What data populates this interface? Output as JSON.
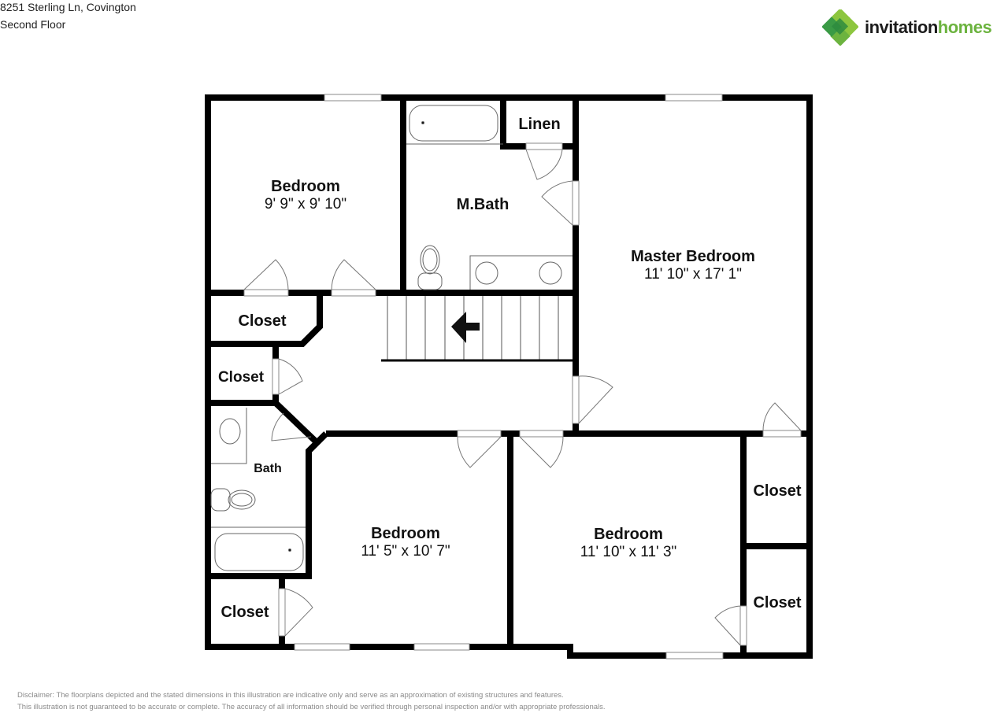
{
  "header": {
    "address": "8251 Sterling Ln, Covington",
    "floor": "Second Floor"
  },
  "logo": {
    "icon": "clover-diamond-logo-icon",
    "text_primary": "invitation",
    "text_secondary": "homes",
    "colors": {
      "dark": "#1b1b1b",
      "green": "#6cb33f",
      "green_dark": "#2e8b3e",
      "green_light": "#8dc63f"
    }
  },
  "rooms": [
    {
      "id": "bedroom-nw",
      "name": "Bedroom",
      "dims": "9' 9\" x 9' 10\""
    },
    {
      "id": "m-bath",
      "name": "M.Bath",
      "dims": ""
    },
    {
      "id": "linen",
      "name": "Linen",
      "dims": ""
    },
    {
      "id": "master-bedroom",
      "name": "Master Bedroom",
      "dims": "11' 10\" x 17' 1\""
    },
    {
      "id": "closet-hall-1",
      "name": "Closet",
      "dims": ""
    },
    {
      "id": "closet-hall-2",
      "name": "Closet",
      "dims": ""
    },
    {
      "id": "bath",
      "name": "Bath",
      "dims": ""
    },
    {
      "id": "closet-sw",
      "name": "Closet",
      "dims": ""
    },
    {
      "id": "bedroom-sw",
      "name": "Bedroom",
      "dims": "11' 5\" x 10' 7\""
    },
    {
      "id": "bedroom-se",
      "name": "Bedroom",
      "dims": "11' 10\" x 11' 3\""
    },
    {
      "id": "closet-e-1",
      "name": "Closet",
      "dims": ""
    },
    {
      "id": "closet-e-2",
      "name": "Closet",
      "dims": ""
    }
  ],
  "stairs": {
    "direction": "down-left-arrow-icon",
    "treads": 10
  },
  "disclaimer": {
    "line1": "Disclaimer: The floorplans depicted and the stated dimensions in this illustration are indicative only and serve as an approximation of existing structures and features.",
    "line2": "This illustration is not guaranteed to be accurate or complete. The accuracy of all information should be verified through personal inspection and/or with appropriate professionals."
  }
}
